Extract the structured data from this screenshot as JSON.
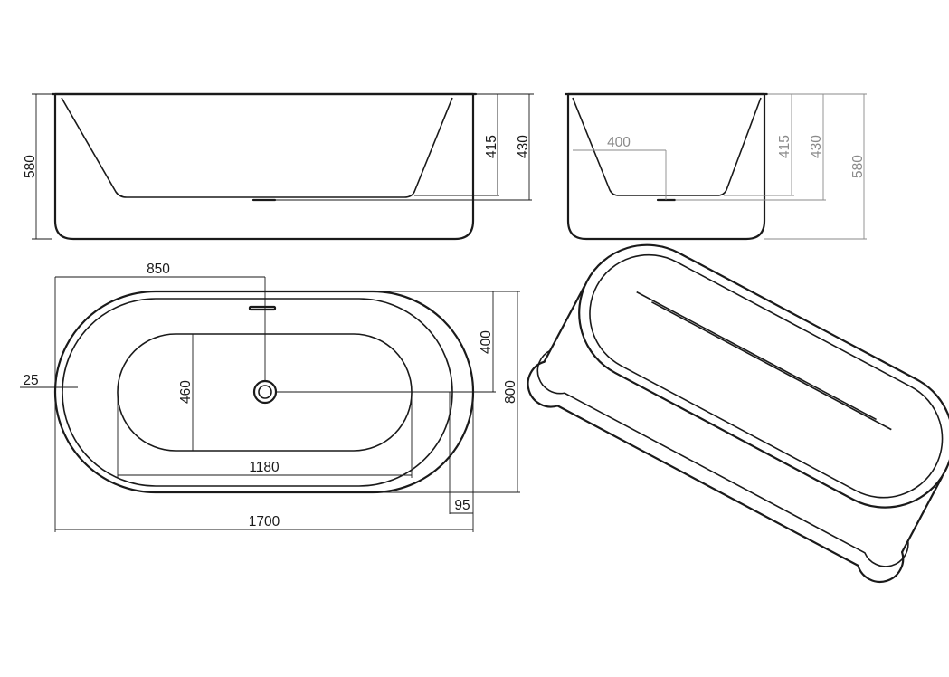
{
  "dimensions": {
    "front_height": "580",
    "front_depth_415": "415",
    "front_depth_430": "430",
    "side_drain_offset": "400",
    "side_depth_415": "415",
    "side_depth_430": "430",
    "side_height": "580",
    "plan_drain_x": "850",
    "plan_rim_offset": "25",
    "plan_inner_width": "460",
    "plan_drain_y": "400",
    "plan_overall_width": "800",
    "plan_inner_length": "1180",
    "plan_rim_width": "95",
    "plan_overall_length": "1700"
  },
  "colors": {
    "line": "#1a1a1a",
    "dim_grey": "#8a8a8a",
    "background": "#ffffff"
  }
}
